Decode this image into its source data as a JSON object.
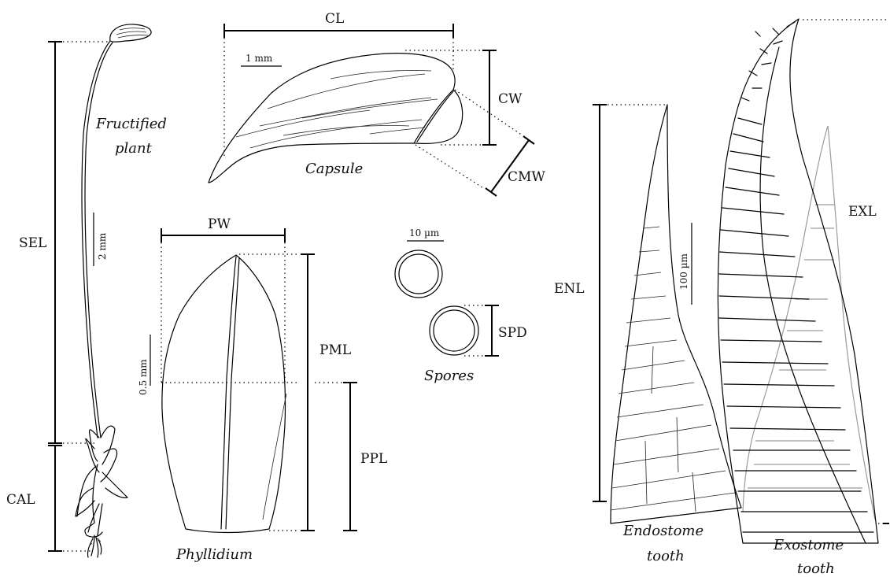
{
  "labels": {
    "fructified": [
      "Fructified",
      "plant"
    ],
    "capsule": "Capsule",
    "phyllidium": "Phyllidium",
    "spores": "Spores",
    "endostome": [
      "Endostome",
      "tooth"
    ],
    "exostome": [
      "Exostome",
      "tooth"
    ]
  },
  "measures": {
    "sel": "SEL",
    "cal": "CAL",
    "cl": "CL",
    "cw": "CW",
    "cmw": "CMW",
    "pw": "PW",
    "pml": "PML",
    "ppl": "PPL",
    "spd": "SPD",
    "enl": "ENL",
    "exl": "EXL"
  },
  "scales": {
    "plant": "2 mm",
    "capsule": "1 mm",
    "phyllidium": "0.5 mm",
    "spores": "10 µm",
    "teeth": "100 µm"
  }
}
